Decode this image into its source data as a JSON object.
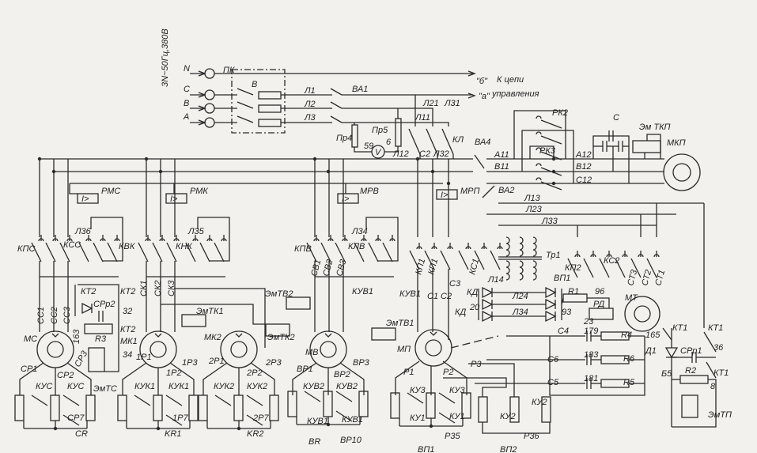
{
  "diagram": {
    "kind": "electrical schematic",
    "supply": "3N~50Гц,380В",
    "labels": [
      "3N~50Гц,380В",
      "N",
      "C",
      "B",
      "A",
      "ПК",
      "В",
      "Л1",
      "Л2",
      "Л3",
      "ВА1",
      "Пр4",
      "59",
      "Пр5",
      "6",
      "\"б\"",
      "К цепи",
      "управления",
      "\"а\"",
      "Л21",
      "Л31",
      "Л11",
      "Л12",
      "С2",
      "Л32",
      "КЛ",
      "ВА4",
      "А11",
      "В11",
      "РК2",
      "РК3",
      "А12",
      "В12",
      "С12",
      "С",
      "Эм ТКП",
      "МКП",
      "РМС",
      "РМК",
      "МРВ",
      "МРП",
      "ВА2",
      "Л13",
      "Л23",
      "Л33",
      "КПС",
      "КСС",
      "Л36",
      "КВК",
      "КНК",
      "Л35",
      "КПВ",
      "КЛВ",
      "Л34",
      "КП1",
      "КП1",
      "КС1",
      "Тр1",
      "КП2",
      "КС2",
      "СТ3",
      "СТ2",
      "СТ1",
      "СС1",
      "СС2",
      "СС3",
      "КТ2",
      "СРр2",
      "КТ2",
      "32",
      "КТ2",
      "МК1",
      "34",
      "R3",
      "ЭмТС",
      "163",
      "МС",
      "СР1",
      "СР2",
      "СР3",
      "КУС",
      "КУС",
      "СР7",
      "CR",
      "СК1",
      "СК2",
      "СК3",
      "ЭмТК1",
      "1Р1",
      "1Р2",
      "1Р3",
      "КУК1",
      "КУК1",
      "1Р7",
      "KR1",
      "МК2",
      "2Р1",
      "2Р2",
      "2Р3",
      "КУК2",
      "КУК2",
      "2Р7",
      "KR2",
      "ЭмТК2",
      "ЭмТВ2",
      "МВ",
      "ВР1",
      "ВР2",
      "ВР3",
      "КУВ2",
      "КУВ2",
      "КУВ1",
      "КУВ1",
      "BR",
      "ВР10",
      "СВ1",
      "СВ2",
      "СВ3",
      "КУВ1",
      "КУВ1",
      "ЭмТВ1",
      "С1",
      "С2",
      "С3",
      "КД",
      "20",
      "КД",
      "Л14",
      "Л24",
      "Л34",
      "ВП1",
      "R1",
      "96",
      "МТ",
      "РД",
      "93",
      "23",
      "С4",
      "179",
      "R4",
      "С6",
      "183",
      "R6",
      "С5",
      "181",
      "R5",
      "165",
      "КТ1",
      "КТ1",
      "Д1",
      "СРр1",
      "36",
      "Б5",
      "R2",
      "КТ1",
      "8",
      "ЭмТП",
      "МП",
      "Р1",
      "Р2",
      "Р3",
      "КУ3",
      "КУ3",
      "КУ1",
      "КУ1",
      "Р35",
      "ВП1",
      "КУ2",
      "КУ2",
      "Р36",
      "ВП2"
    ]
  }
}
